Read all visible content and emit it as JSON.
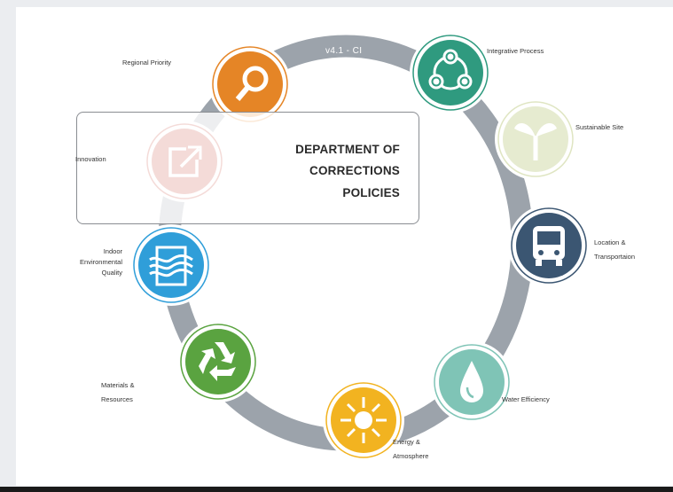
{
  "title": {
    "lines": [
      "DEPARTMENT OF",
      "CORRECTIONS",
      "POLICIES"
    ]
  },
  "version_label": "v4.1 - CI",
  "categories": [
    {
      "id": "integrative-process",
      "label": [
        "Integrative Process"
      ],
      "color": "#2f9a7f",
      "icon": "network-icon"
    },
    {
      "id": "sustainable-site",
      "label": [
        "Sustainable Site"
      ],
      "color": "#e6ebd0",
      "icon": "sprout-icon"
    },
    {
      "id": "location-transportation",
      "label": [
        "Location &",
        "Transportaion"
      ],
      "color": "#3b5672",
      "icon": "bus-icon"
    },
    {
      "id": "water-efficiency",
      "label": [
        "Water Efficiency"
      ],
      "color": "#7fc4b6",
      "icon": "water-drop-icon"
    },
    {
      "id": "energy-atmosphere",
      "label": [
        "Energy &",
        "Atmosphere"
      ],
      "color": "#f2b320",
      "icon": "sun-icon"
    },
    {
      "id": "materials-resources",
      "label": [
        "Materials &",
        "Resources"
      ],
      "color": "#5aa340",
      "icon": "recycle-icon"
    },
    {
      "id": "indoor-environmental-quality",
      "label": [
        "Indoor",
        "Environmental",
        "Quality"
      ],
      "color": "#2f9ed9",
      "icon": "air-waves-icon"
    },
    {
      "id": "innovation",
      "label": [
        "Innovation"
      ],
      "color": "#c03a2b",
      "icon": "external-arrow-icon"
    },
    {
      "id": "regional-priority",
      "label": [
        "Regional Priority"
      ],
      "color": "#e58526",
      "icon": "location-pin-icon"
    }
  ],
  "ring_color": "#9ca3ab"
}
